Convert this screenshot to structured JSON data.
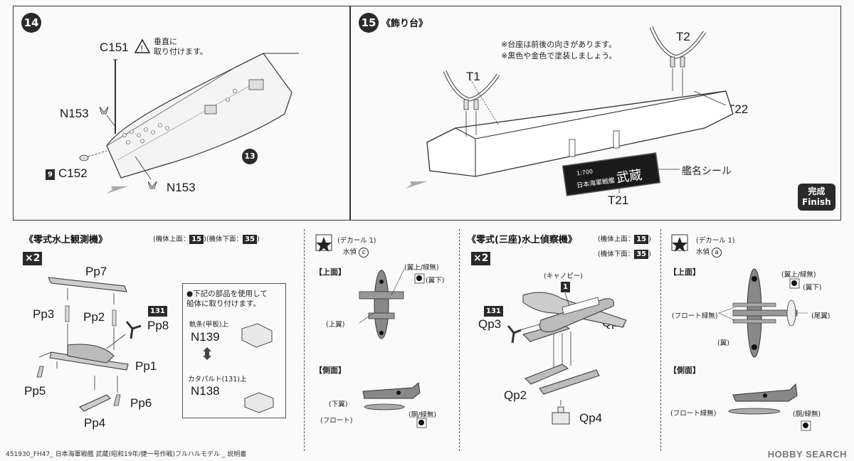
{
  "step14": {
    "number": "14",
    "parts": {
      "c151": "C151",
      "c151_note": "垂直に\n取り付けます。",
      "n153_top": "N153",
      "n153_bottom": "N153",
      "c152": "C152",
      "c152_ref": "9",
      "ref_13": "13"
    }
  },
  "step15": {
    "number": "15",
    "title": "《飾り台》",
    "notes": [
      "※台座は前後の向きがあります。",
      "※黒色や金色で塗装しましょう。"
    ],
    "parts": {
      "t1": "T1",
      "t2": "T2",
      "t21": "T21",
      "t22": "T22"
    },
    "nameplate_label": "艦名シール",
    "nameplate_scale": "1:700",
    "nameplate_ship": "日本海軍戦艦",
    "nameplate_name": "武蔵",
    "finish_jp": "完成",
    "finish_en": "Finish"
  },
  "aircraft1": {
    "title": "《零式水上観測機》",
    "color_ref": "(機体上面：",
    "color_ref_top": "15",
    "color_ref_mid": ")(機体下面：",
    "color_ref_bottom": "35",
    "color_ref_end": ")",
    "qty": "×2",
    "parts": {
      "pp1": "Pp1",
      "pp2": "Pp2",
      "pp3": "Pp3",
      "pp4": "Pp4",
      "pp5": "Pp5",
      "pp6": "Pp6",
      "pp7": "Pp7",
      "pp8": "Pp8"
    },
    "ref_131": "131",
    "note_box": {
      "text": "●下記の部品を使用して\n船体に取り付けます。",
      "rail_label": "軌条(甲板)上",
      "rail_part": "N139",
      "catapult_label": "カタパルト(131)上",
      "catapult_part": "N138"
    },
    "decal": {
      "header": "(デカール 1)",
      "sub": "水偵",
      "code": "c",
      "top_view": "【上面】",
      "side_view": "【側面】",
      "labels": {
        "wing_top": "(翼上/緑無)",
        "wing_bottom": "(翼下)",
        "upper_wing": "(上翼)",
        "lower_wing": "(下翼)",
        "float": "(フロート)",
        "fuselage": "(胴/緑無)"
      }
    }
  },
  "aircraft2": {
    "title": "《零式(三座)水上偵察機》",
    "color_ref_top_label": "(機体上面：",
    "color_ref_top": "15",
    "color_ref_bottom_label": "(機体下面：",
    "color_ref_bottom": "35",
    "color_ref_end": ")",
    "qty": "×2",
    "canopy": "(キャノピー)",
    "canopy_ref": "1",
    "parts": {
      "qp1": "Qp1",
      "qp2": "Qp2",
      "qp3": "Qp3",
      "qp4": "Qp4"
    },
    "ref_131": "131",
    "decal": {
      "header": "(デカール 1)",
      "sub": "水偵",
      "code": "a",
      "top_view": "【上面】",
      "side_view": "【側面】",
      "labels": {
        "wing_top": "(翼上/緑無)",
        "wing_bottom": "(翼下)",
        "float": "(フロート緑無)",
        "tail": "(尾翼)",
        "wing": "(翼)",
        "float_side": "(フロート緑無)",
        "fuselage": "(胴/緑無)"
      }
    }
  },
  "footer": "451930_FH47_ 日本海軍戦艦 武蔵(昭和19年/捷一号作戦)フルハルモデル _ 説明書",
  "watermark": "HOBBY SEARCH"
}
